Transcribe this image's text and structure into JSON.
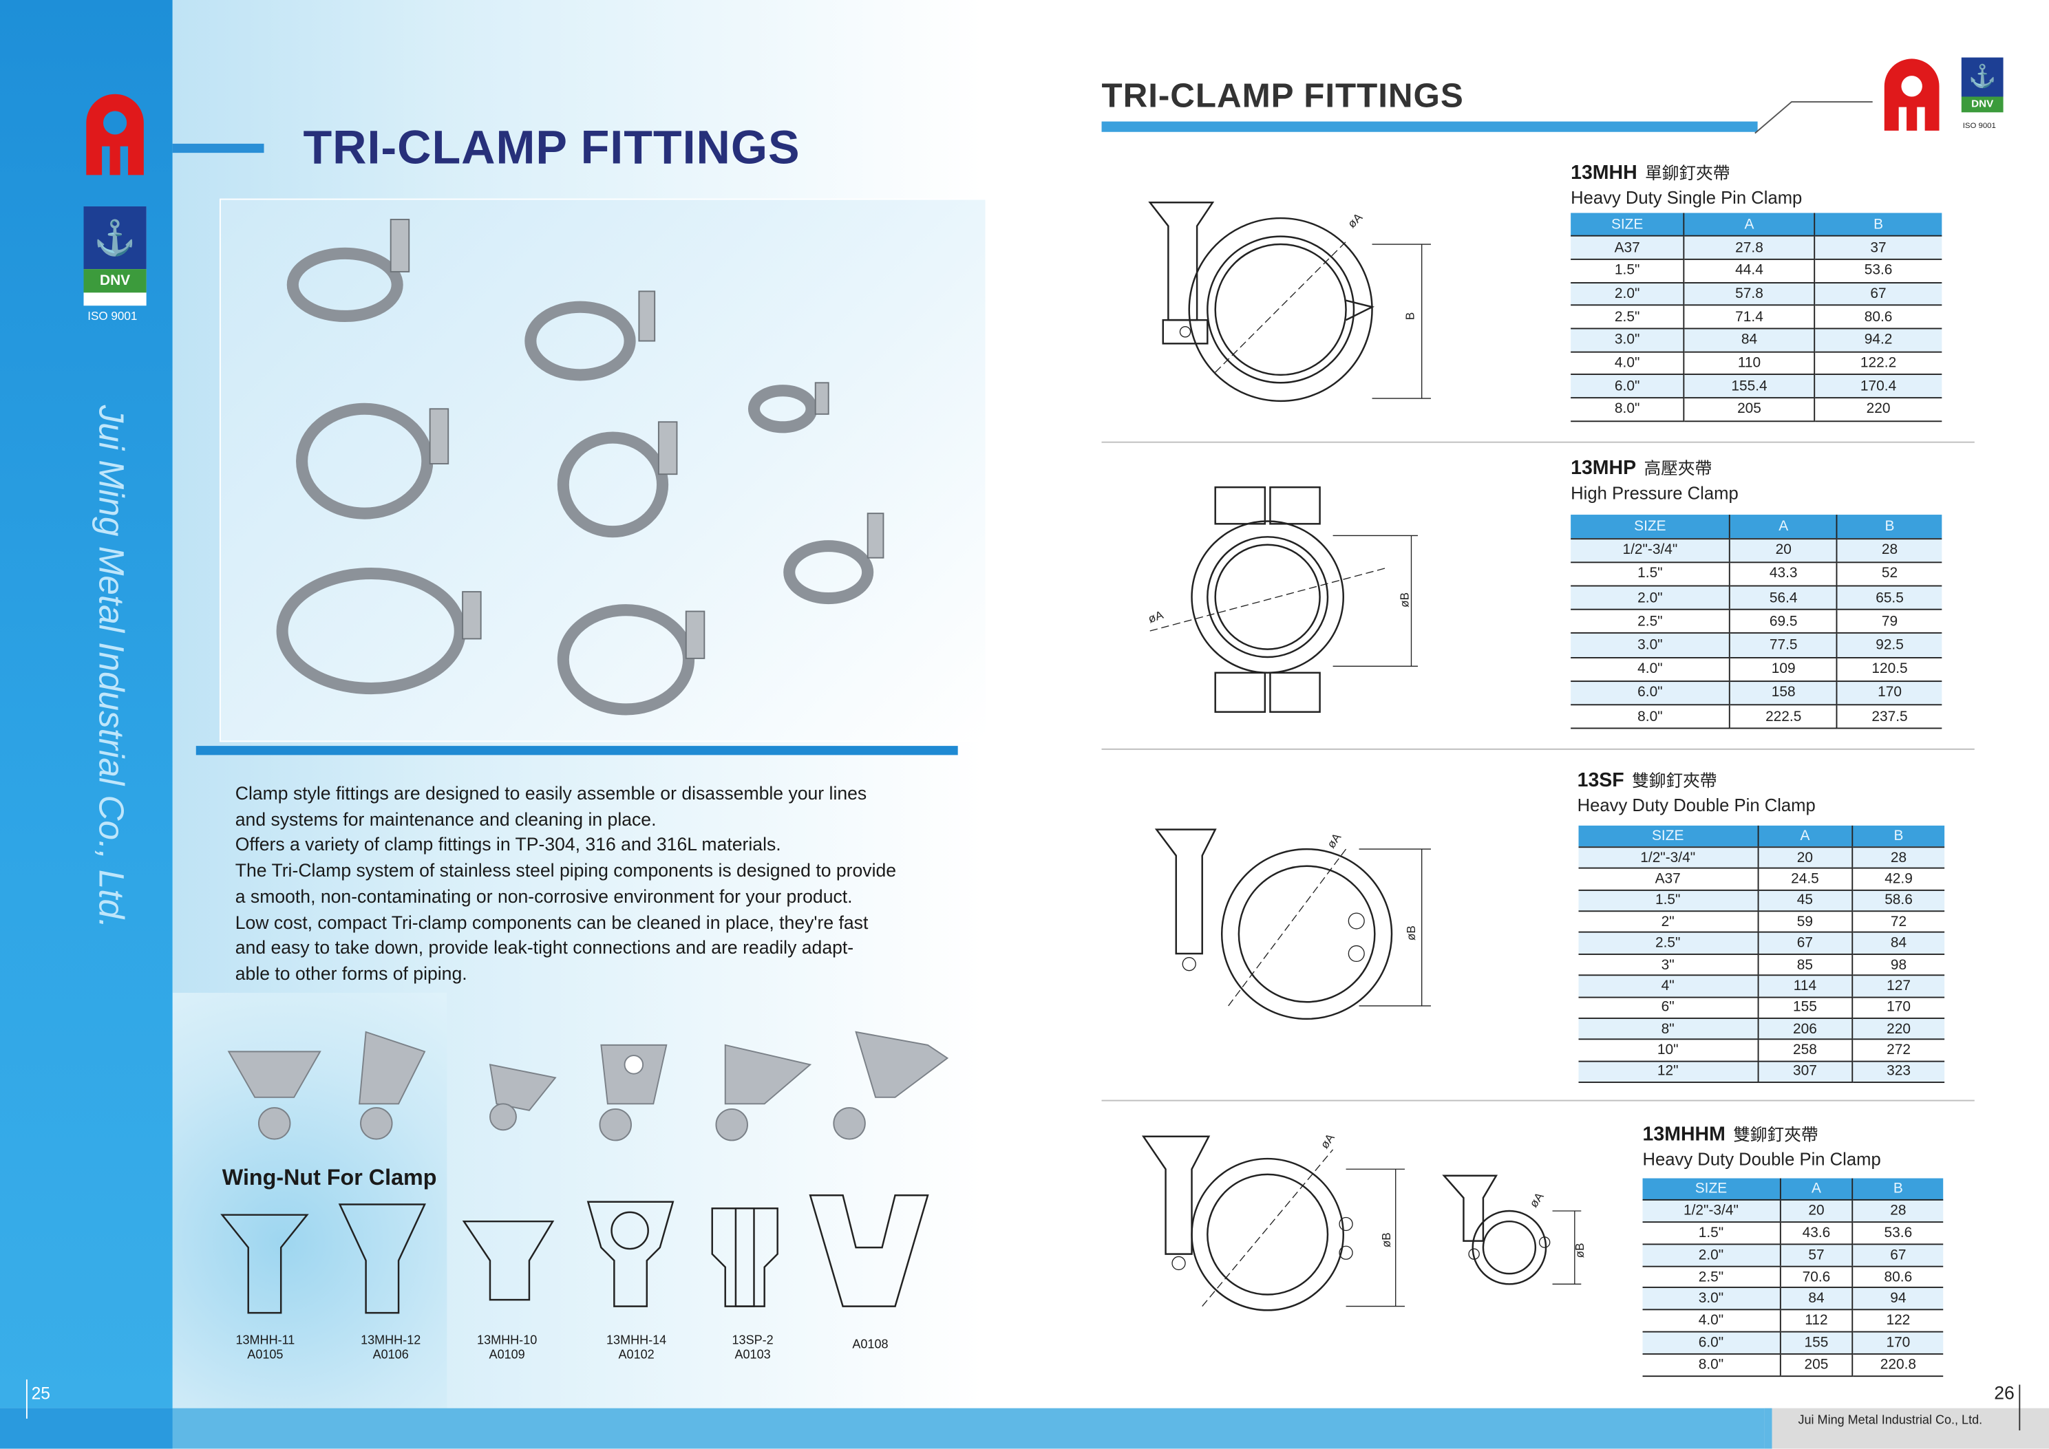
{
  "left_page": {
    "title": "TRI-CLAMP FITTINGS",
    "company_vertical": "Jui Ming Metal Industrial Co., Ltd.",
    "cert_badge": "DNV",
    "cert_label": "ISO 9001",
    "description": [
      "Clamp style fittings are designed to easily assemble or disassemble your lines",
      "and systems for maintenance and cleaning in place.",
      "Offers a variety of clamp fittings in TP-304, 316 and 316L materials.",
      "The Tri-Clamp system of stainless steel piping components is designed to provide",
      "a smooth, non-contaminating or non-corrosive environment for your product.",
      "Low cost, compact Tri-clamp components can be cleaned in place, they're fast",
      "and easy to take down, provide leak-tight connections and are readily adapt-",
      "able to other forms of piping."
    ],
    "wing_nut_title": "Wing-Nut For Clamp",
    "wing_nuts": [
      {
        "model": "13MHH-11",
        "code": "A0105"
      },
      {
        "model": "13MHH-12",
        "code": "A0106"
      },
      {
        "model": "13MHH-10",
        "code": "A0109"
      },
      {
        "model": "13MHH-14",
        "code": "A0102"
      },
      {
        "model": "13SP-2",
        "code": "A0103"
      },
      {
        "model": "",
        "code": "A0108"
      }
    ],
    "page_number": "25"
  },
  "right_page": {
    "title": "TRI-CLAMP FITTINGS",
    "cert_badge": "DNV",
    "cert_label": "ISO 9001",
    "page_number": "26",
    "footer": "Jui Ming Metal Industrial Co., Ltd.",
    "dim_labels": {
      "a": "øA",
      "b": "B",
      "ob": "øB"
    },
    "products": [
      {
        "code": "13MHH",
        "chinese": "單鉚釘夾帶",
        "name": "Heavy Duty Single Pin Clamp",
        "headers": [
          "SIZE",
          "A",
          "B"
        ],
        "rows": [
          [
            "A37",
            "27.8",
            "37"
          ],
          [
            "1.5\"",
            "44.4",
            "53.6"
          ],
          [
            "2.0\"",
            "57.8",
            "67"
          ],
          [
            "2.5\"",
            "71.4",
            "80.6"
          ],
          [
            "3.0\"",
            "84",
            "94.2"
          ],
          [
            "4.0\"",
            "110",
            "122.2"
          ],
          [
            "6.0\"",
            "155.4",
            "170.4"
          ],
          [
            "8.0\"",
            "205",
            "220"
          ]
        ]
      },
      {
        "code": "13MHP",
        "chinese": "高壓夾帶",
        "name": "High Pressure Clamp",
        "headers": [
          "SIZE",
          "A",
          "B"
        ],
        "rows": [
          [
            "1/2\"-3/4\"",
            "20",
            "28"
          ],
          [
            "1.5\"",
            "43.3",
            "52"
          ],
          [
            "2.0\"",
            "56.4",
            "65.5"
          ],
          [
            "2.5\"",
            "69.5",
            "79"
          ],
          [
            "3.0\"",
            "77.5",
            "92.5"
          ],
          [
            "4.0\"",
            "109",
            "120.5"
          ],
          [
            "6.0\"",
            "158",
            "170"
          ],
          [
            "8.0\"",
            "222.5",
            "237.5"
          ]
        ]
      },
      {
        "code": "13SF",
        "chinese": "雙鉚釘夾帶",
        "name": "Heavy Duty Double Pin Clamp",
        "headers": [
          "SIZE",
          "A",
          "B"
        ],
        "rows": [
          [
            "1/2\"-3/4\"",
            "20",
            "28"
          ],
          [
            "A37",
            "24.5",
            "42.9"
          ],
          [
            "1.5\"",
            "45",
            "58.6"
          ],
          [
            "2\"",
            "59",
            "72"
          ],
          [
            "2.5\"",
            "67",
            "84"
          ],
          [
            "3\"",
            "85",
            "98"
          ],
          [
            "4\"",
            "114",
            "127"
          ],
          [
            "6\"",
            "155",
            "170"
          ],
          [
            "8\"",
            "206",
            "220"
          ],
          [
            "10\"",
            "258",
            "272"
          ],
          [
            "12\"",
            "307",
            "323"
          ]
        ]
      },
      {
        "code": "13MHHM",
        "chinese": "雙鉚釘夾帶",
        "name": "Heavy Duty Double Pin Clamp",
        "headers": [
          "SIZE",
          "A",
          "B"
        ],
        "rows": [
          [
            "1/2\"-3/4\"",
            "20",
            "28"
          ],
          [
            "1.5\"",
            "43.6",
            "53.6"
          ],
          [
            "2.0\"",
            "57",
            "67"
          ],
          [
            "2.5\"",
            "70.6",
            "80.6"
          ],
          [
            "3.0\"",
            "84",
            "94"
          ],
          [
            "4.0\"",
            "112",
            "122"
          ],
          [
            "6.0\"",
            "155",
            "170"
          ],
          [
            "8.0\"",
            "205",
            "220.8"
          ]
        ]
      }
    ]
  },
  "colors": {
    "brand_red": "#e0191b",
    "accent_blue": "#3aa0dd",
    "title_navy": "#27307a"
  }
}
